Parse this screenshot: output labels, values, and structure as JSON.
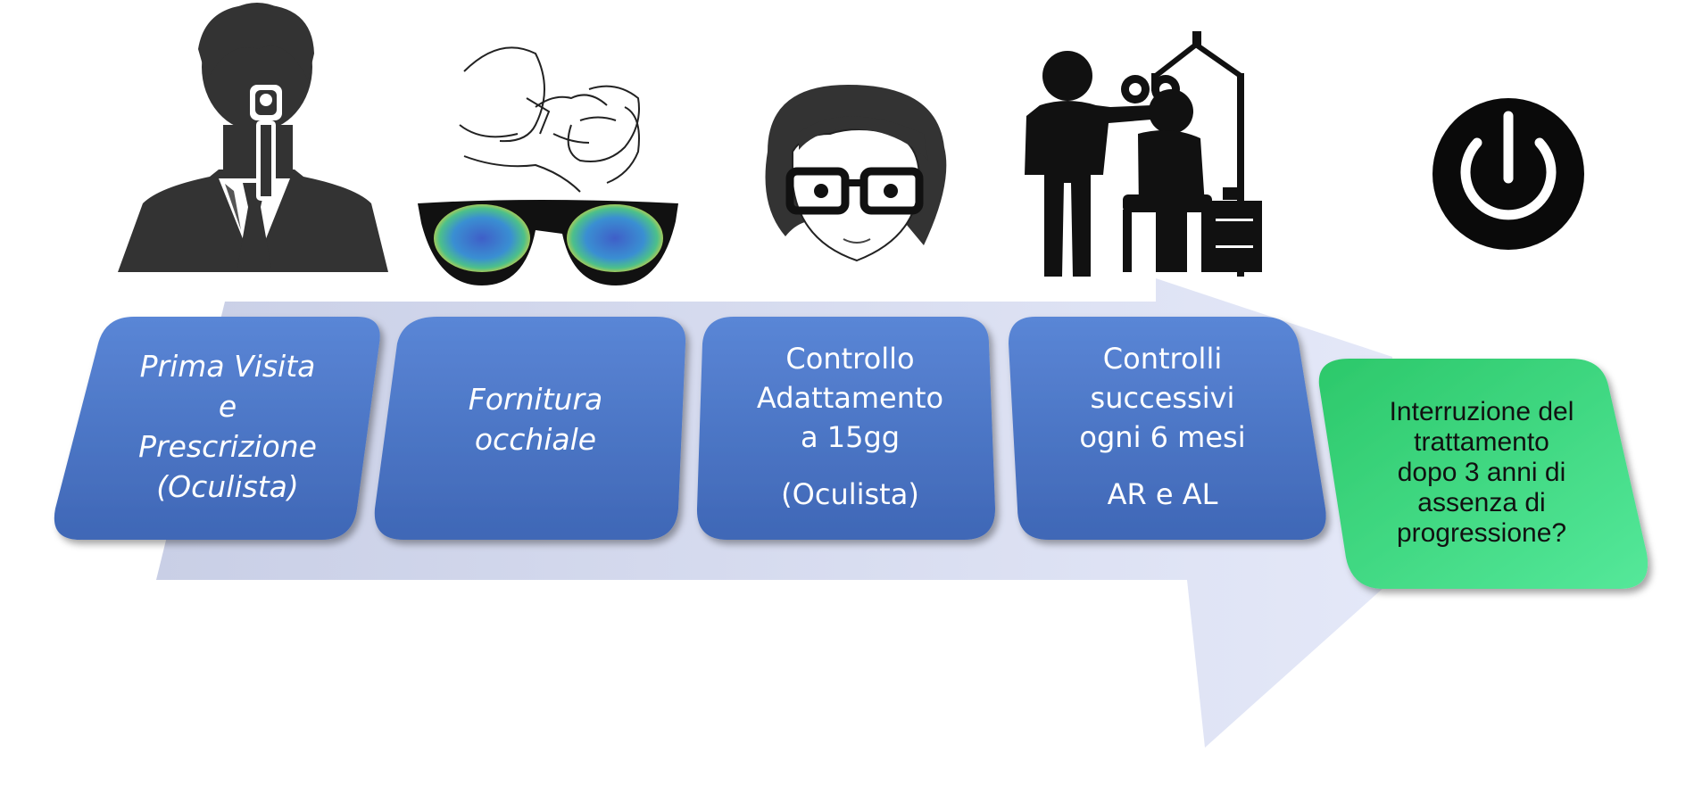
{
  "colors": {
    "arrow_fill": "#d4d9ee",
    "step_fill": "#4a74c4",
    "step_fill_light": "#5f88d6",
    "final_fill": "#35d07a",
    "icon_dark": "#2e2e2e"
  },
  "icons": [
    "doctor-with-ophthalmoscope-icon",
    "eyeglasses-fitting-icon",
    "girl-with-glasses-icon",
    "eye-exam-phoropter-icon",
    "power-icon"
  ],
  "steps": [
    {
      "lines": [
        "Prima Visita",
        "e",
        "Prescrizione",
        "(Oculista)"
      ]
    },
    {
      "lines": [
        "Fornitura",
        "occhiale"
      ]
    },
    {
      "lines": [
        "Controllo",
        "Adattamento",
        "a 15gg",
        "(Oculista)"
      ]
    },
    {
      "lines": [
        "Controlli",
        "successivi",
        "ogni 6 mesi",
        "AR e AL"
      ]
    },
    {
      "lines": [
        "Interruzione del",
        "trattamento",
        "dopo 3  anni di",
        "assenza di",
        "progressione?"
      ]
    }
  ]
}
